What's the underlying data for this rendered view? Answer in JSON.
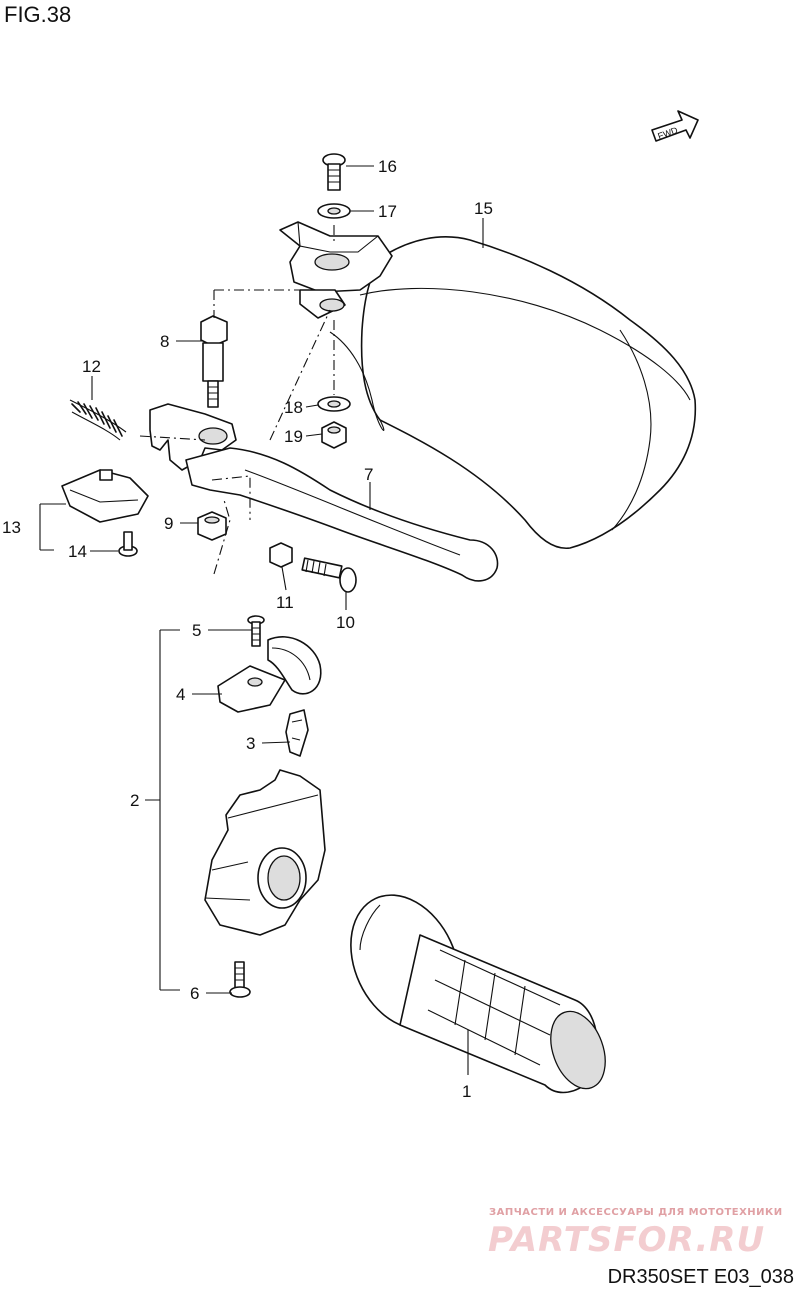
{
  "figure": {
    "title": "FIG.38",
    "code": "DR350SET E03_038",
    "fwd_label": "FWD"
  },
  "watermark": {
    "tagline": "ЗАПЧАСТИ И АКСЕССУАРЫ ДЛЯ МОТОТЕХНИКИ",
    "brand": "PARTSFOR.RU"
  },
  "callouts": [
    "1",
    "2",
    "3",
    "4",
    "5",
    "6",
    "7",
    "8",
    "9",
    "10",
    "11",
    "12",
    "13",
    "14",
    "15",
    "16",
    "17",
    "18",
    "19"
  ]
}
